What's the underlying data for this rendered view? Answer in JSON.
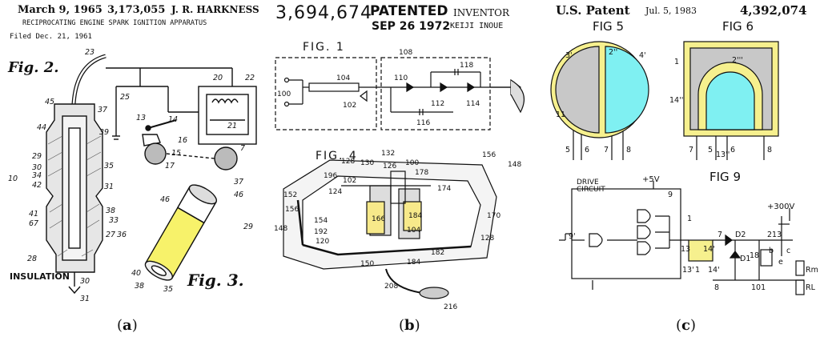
{
  "panel_a": {
    "date": "March 9, 1965",
    "patent_no": "3,173,055",
    "inventor": "J. R. HARKNESS",
    "title": "RECIPROCATING ENGINE SPARK IGNITION APPARATUS",
    "filed": "Filed Dec. 21, 1961",
    "fig2": "Fig. 2.",
    "fig3": "Fig. 3.",
    "insulation": "INSULATION",
    "labels": [
      "23",
      "45",
      "37",
      "44",
      "39",
      "25",
      "14",
      "13",
      "16",
      "15",
      "17",
      "22",
      "20",
      "21",
      "7",
      "29",
      "30",
      "34",
      "42",
      "35",
      "31",
      "10",
      "38",
      "33",
      "41",
      "67",
      "27",
      "28",
      "30",
      "31",
      "46",
      "37",
      "46",
      "29",
      "36",
      "40",
      "38",
      "35"
    ],
    "caption_open": "(",
    "caption_letter": "a",
    "caption_close": ")"
  },
  "panel_b": {
    "patent_no": "3,694,674",
    "patented": "PATENTED",
    "patented_date": "SEP 26 1972",
    "inventor_label": "INVENTOR",
    "inventor_name": "KEIJI INOUE",
    "fig1": "FIG. 1",
    "fig4": "FIG. 4",
    "labels_fig1": [
      "108",
      "118",
      "100",
      "104",
      "110",
      "102",
      "112",
      "114",
      "116"
    ],
    "labels_fig4": [
      "132",
      "126",
      "156",
      "130",
      "100",
      "178",
      "148",
      "128",
      "196",
      "102",
      "174",
      "124",
      "152",
      "166",
      "184",
      "156",
      "154",
      "192",
      "104",
      "170",
      "148",
      "120",
      "128",
      "150",
      "184",
      "182",
      "208",
      "216"
    ],
    "caption_open": "(",
    "caption_letter": "b",
    "caption_close": ")"
  },
  "panel_c": {
    "us_patent": "U.S. Patent",
    "date": "Jul. 5, 1983",
    "patent_no": "4,392,074",
    "fig5": "FIG 5",
    "fig6": "FIG 6",
    "fig9": "FIG 9",
    "drive_circuit": "DRIVE CIRCUIT",
    "plus5v": "+5V",
    "plus300v": "+300V",
    "labels_fig5": [
      "3'",
      "2''",
      "4'",
      "11",
      "5",
      "6",
      "7",
      "8"
    ],
    "labels_fig6": [
      "1",
      "2'''",
      "14''",
      "7",
      "5",
      "13''",
      "6",
      "8"
    ],
    "labels_fig9": [
      "9",
      "9'",
      "1",
      "13",
      "14'",
      "13'",
      "1",
      "14'",
      "7",
      "D2",
      "213",
      "D1",
      "18",
      "b",
      "e",
      "c",
      "Rm",
      "RL",
      "8",
      "101"
    ],
    "colors": {
      "cyan": "#7ff0f2",
      "gray": "#c8c8c8",
      "yellow": "#f6f08e"
    },
    "caption_open": "(",
    "caption_letter": "c",
    "caption_close": ")"
  }
}
